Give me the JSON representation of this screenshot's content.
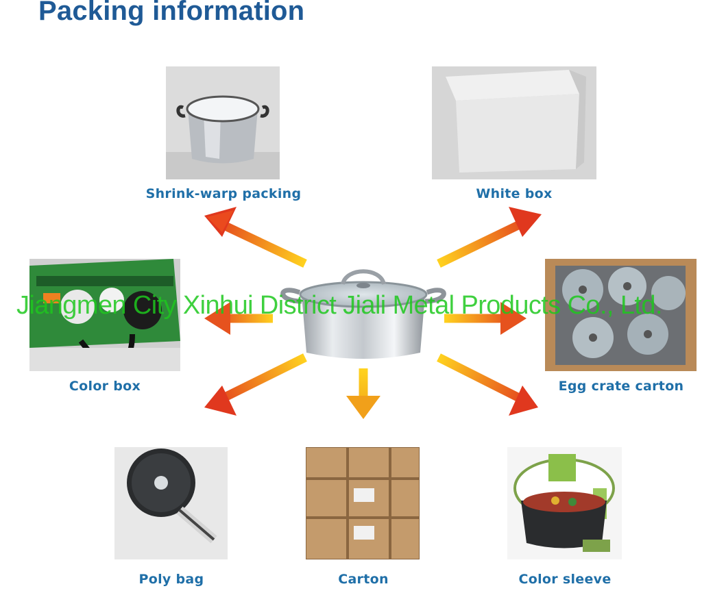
{
  "page": {
    "title": "Packing information",
    "watermark": "Jiangmen City Xinhui District Jiali Metal Products Co., Ltd."
  },
  "center_image": {
    "icon": "stainless-pot-with-glass-lid"
  },
  "packages": [
    {
      "label": "Shrink-warp packing"
    },
    {
      "label": "White box"
    },
    {
      "label": "Color box"
    },
    {
      "label": "Egg crate carton"
    },
    {
      "label": "Poly bag"
    },
    {
      "label": "Carton"
    },
    {
      "label": "Color sleeve"
    }
  ],
  "colors": {
    "title": "#1f5a96",
    "caption": "#1f6fa8",
    "arrow_start": "#ffd21f",
    "arrow_end": "#e0301e",
    "watermark": "#1ec81e"
  }
}
